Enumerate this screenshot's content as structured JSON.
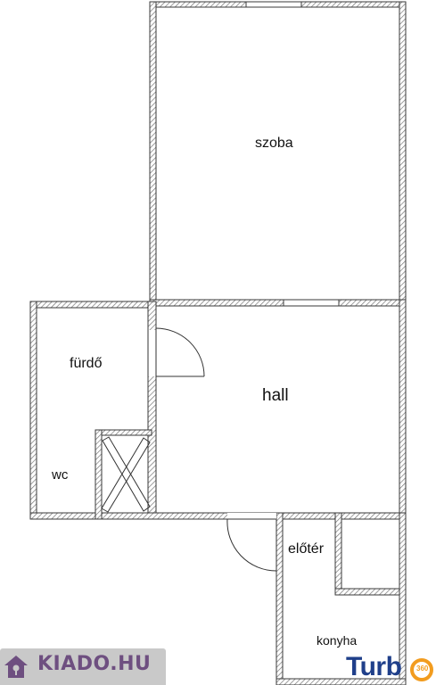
{
  "rooms": {
    "szoba": "szoba",
    "furdo": "fürdő",
    "hall": "hall",
    "wc": "wc",
    "eloter": "előtér",
    "konyha": "konyha"
  },
  "branding": {
    "kiado": "KIADO.HU",
    "turbo": "Turb",
    "turbo_360": "360"
  },
  "colors": {
    "wall": "#444444",
    "kiado_text": "#6e4f80",
    "kiado_bg": "#c9c9c9",
    "turbo_blue": "#1f3f8a",
    "turbo_orange": "#f29c1f"
  }
}
